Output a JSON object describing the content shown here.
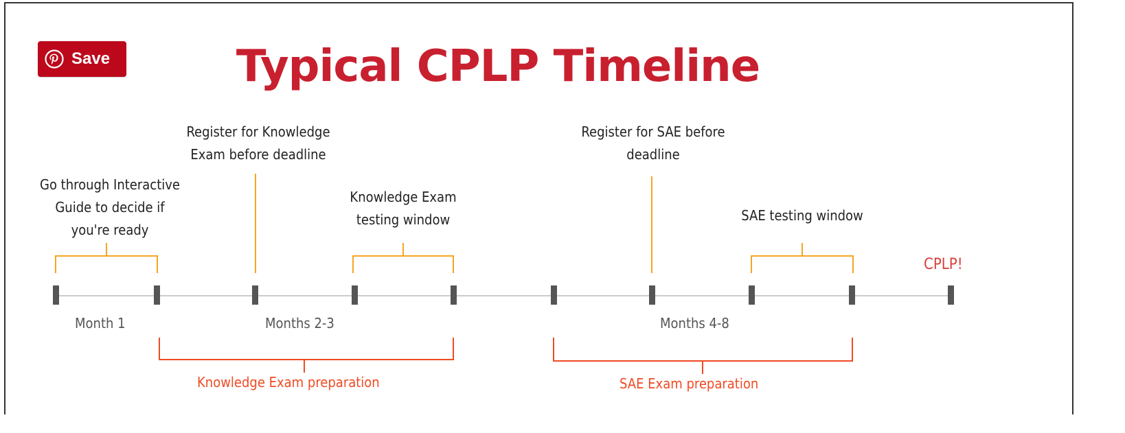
{
  "save_button": {
    "label": "Save",
    "icon": "pinterest-icon"
  },
  "title": "Typical CPLP Timeline",
  "colors": {
    "title": "#c8202f",
    "bracket_top": "#f5a623",
    "bracket_bottom": "#f04a23",
    "tick": "#555555",
    "baseline": "#cccccc",
    "save_bg": "#bd081c"
  },
  "milestones": {
    "interactive_guide": [
      "Go through Interactive",
      "Guide to decide if",
      "you're ready"
    ],
    "register_knowledge": [
      "Register for Knowledge",
      "Exam before deadline"
    ],
    "knowledge_window": [
      "Knowledge Exam",
      "testing window"
    ],
    "register_sae": [
      "Register for SAE before",
      "deadline"
    ],
    "sae_window": [
      "SAE testing window"
    ],
    "cplp": "CPLP!"
  },
  "months": [
    "Month 1",
    "Months 2-3",
    "Months 4-8"
  ],
  "preparation": [
    "Knowledge Exam preparation",
    "SAE Exam preparation"
  ]
}
